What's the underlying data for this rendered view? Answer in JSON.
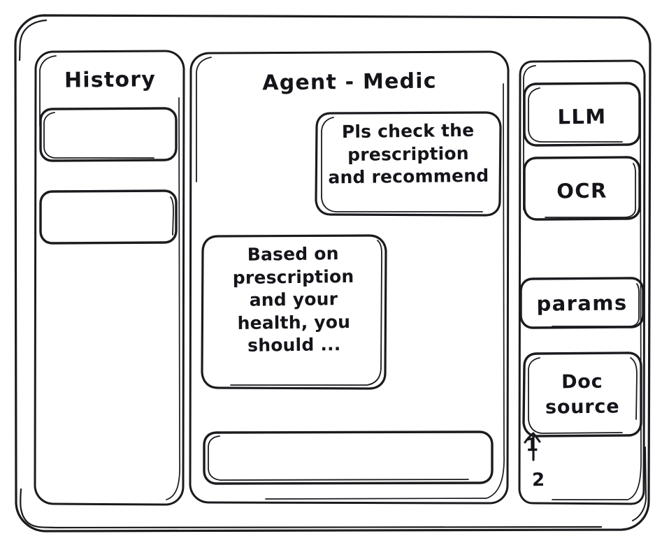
{
  "frame": {
    "name": "app-window"
  },
  "sidebar": {
    "title": "History",
    "items": [
      {
        "label": ""
      },
      {
        "label": ""
      }
    ]
  },
  "main": {
    "title": "Agent - Medic",
    "messages": [
      {
        "role": "user",
        "text": "Pls check the\nprescription\nand recommend"
      },
      {
        "role": "assistant",
        "text": "Based on\nprescription\nand your\nhealth, you\nshould ..."
      }
    ],
    "composer": {
      "value": "",
      "placeholder": ""
    }
  },
  "tools": {
    "items": [
      {
        "label": "LLM"
      },
      {
        "label": "OCR"
      },
      {
        "label": "params"
      },
      {
        "label": "Doc\nsource"
      }
    ],
    "sources": [
      {
        "label": "1"
      },
      {
        "label": "2"
      }
    ]
  },
  "colors": {
    "ink": "#1b1b1f",
    "background": "#ffffff"
  }
}
